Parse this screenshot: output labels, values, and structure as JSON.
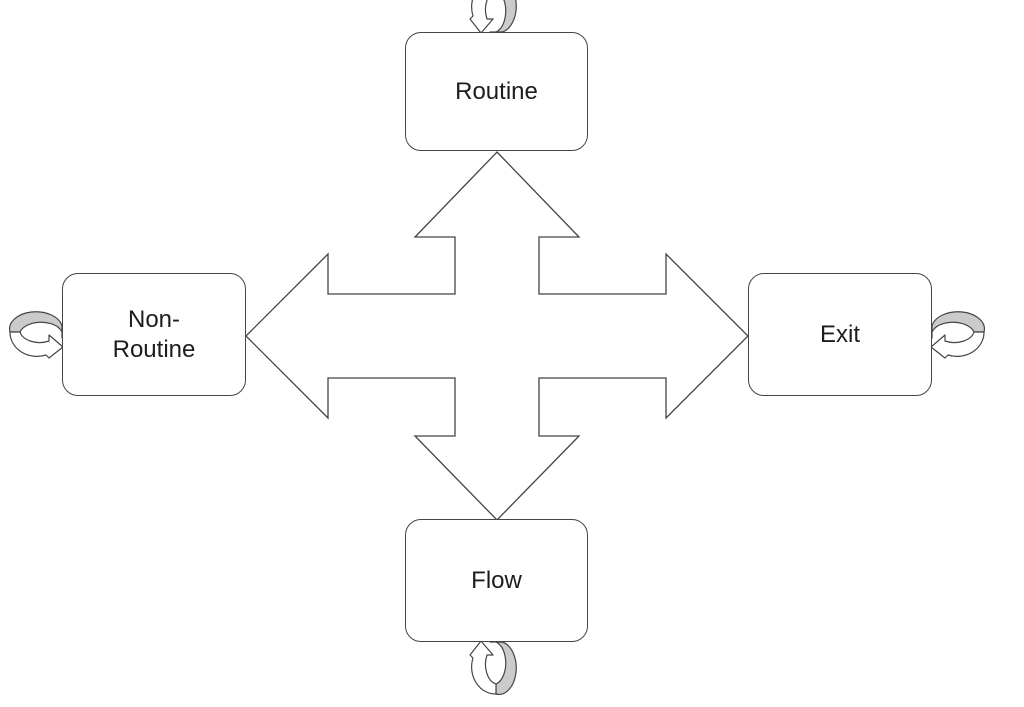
{
  "diagram": {
    "nodes": {
      "routine": {
        "label": "Routine"
      },
      "non_routine": {
        "label_line1": "Non-",
        "label_line2": "Routine"
      },
      "exit": {
        "label": "Exit"
      },
      "flow": {
        "label": "Flow"
      }
    },
    "edges": [
      {
        "type": "four-way-arrow",
        "connects": [
          "Routine",
          "Exit",
          "Flow",
          "Non-Routine"
        ]
      },
      {
        "type": "self-loop",
        "node": "Routine"
      },
      {
        "type": "self-loop",
        "node": "Non-Routine"
      },
      {
        "type": "self-loop",
        "node": "Exit"
      },
      {
        "type": "self-loop",
        "node": "Flow"
      }
    ],
    "colors": {
      "background": "#ffffff",
      "node_fill": "#ffffff",
      "stroke": "#454545",
      "loop_fill": "#cbcbcb",
      "text": "#1d1d1d"
    }
  }
}
